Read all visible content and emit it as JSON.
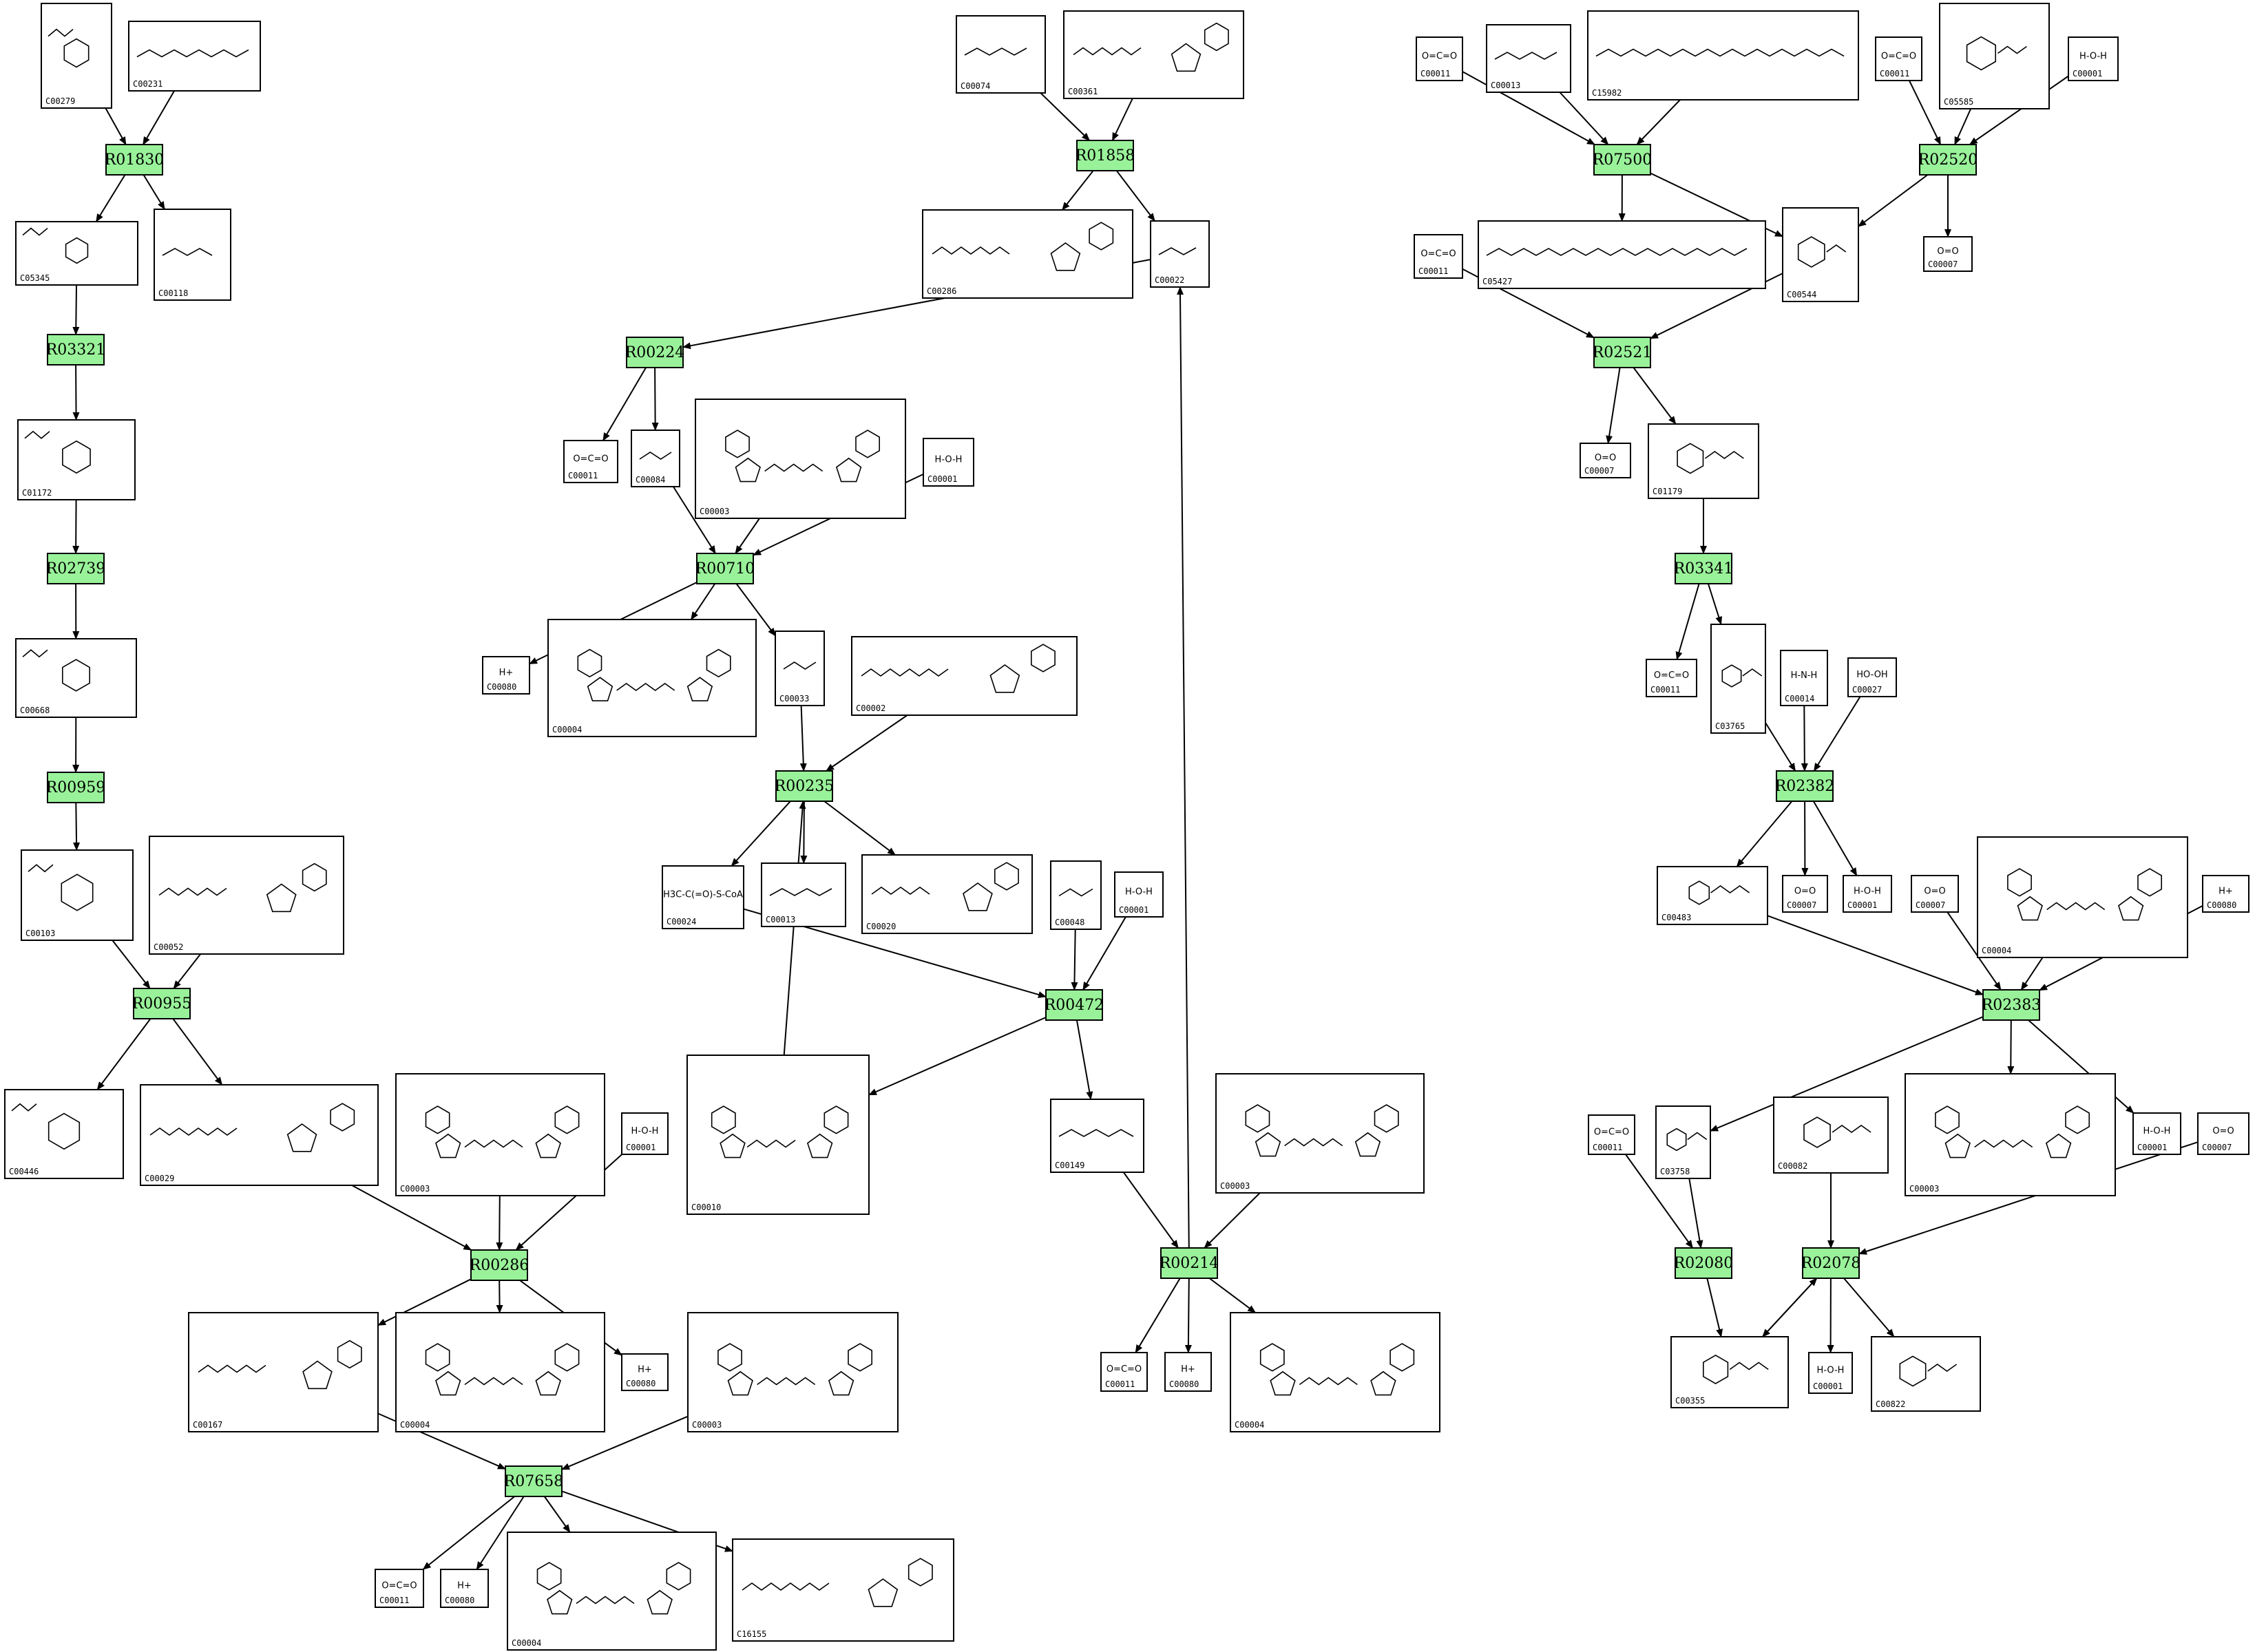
{
  "reactions": [
    "R01830",
    "R03321",
    "R02739",
    "R00959",
    "R00955",
    "R00286",
    "R07658",
    "R01858",
    "R00224",
    "R00710",
    "R00235",
    "R00472",
    "R00214",
    "R07500",
    "R02520",
    "R02521",
    "R03341",
    "R02382",
    "R02383",
    "R02080",
    "R02078"
  ],
  "compounds": [
    {
      "id": "c00279",
      "label": "C00279",
      "kind": "sugar"
    },
    {
      "id": "c00231",
      "label": "C00231",
      "kind": "chain"
    },
    {
      "id": "c05345",
      "label": "C05345",
      "kind": "sugar"
    },
    {
      "id": "c00118",
      "label": "C00118",
      "kind": "chain"
    },
    {
      "id": "c01172",
      "label": "C01172",
      "kind": "sugar"
    },
    {
      "id": "c00668",
      "label": "C00668",
      "kind": "sugar"
    },
    {
      "id": "c00103",
      "label": "C00103",
      "kind": "sugar"
    },
    {
      "id": "c00052",
      "label": "C00052",
      "kind": "nucleotide"
    },
    {
      "id": "c00446",
      "label": "C00446",
      "kind": "sugar"
    },
    {
      "id": "c00029",
      "label": "C00029",
      "kind": "nucleotide"
    },
    {
      "id": "c00003a",
      "label": "C00003",
      "kind": "nad"
    },
    {
      "id": "c00001a",
      "label": "C00001",
      "kind": "small",
      "text": "H-O-H"
    },
    {
      "id": "c00167",
      "label": "C00167",
      "kind": "nucleotide"
    },
    {
      "id": "c00004a",
      "label": "C00004",
      "kind": "nad"
    },
    {
      "id": "c00080a",
      "label": "C00080",
      "kind": "small",
      "text": "H+"
    },
    {
      "id": "c00003b",
      "label": "C00003",
      "kind": "nad"
    },
    {
      "id": "c00011a",
      "label": "C00011",
      "kind": "small",
      "text": "O=C=O"
    },
    {
      "id": "c00080b",
      "label": "C00080",
      "kind": "small",
      "text": "H+"
    },
    {
      "id": "c00004b",
      "label": "C00004",
      "kind": "nad"
    },
    {
      "id": "c16155",
      "label": "C16155",
      "kind": "nucleotide"
    },
    {
      "id": "c00074",
      "label": "C00074",
      "kind": "chain"
    },
    {
      "id": "c00361",
      "label": "C00361",
      "kind": "nucleotide"
    },
    {
      "id": "c00286",
      "label": "C00286",
      "kind": "nucleotide"
    },
    {
      "id": "c00022",
      "label": "C00022",
      "kind": "chain"
    },
    {
      "id": "c00011b",
      "label": "C00011",
      "kind": "small",
      "text": "O=C=O"
    },
    {
      "id": "c00084",
      "label": "C00084",
      "kind": "chain"
    },
    {
      "id": "c00003c",
      "label": "C00003",
      "kind": "nad"
    },
    {
      "id": "c00001b",
      "label": "C00001",
      "kind": "small",
      "text": "H-O-H"
    },
    {
      "id": "c00080c",
      "label": "C00080",
      "kind": "small",
      "text": "H+"
    },
    {
      "id": "c00004c",
      "label": "C00004",
      "kind": "nad"
    },
    {
      "id": "c00033",
      "label": "C00033",
      "kind": "chain"
    },
    {
      "id": "c00002",
      "label": "C00002",
      "kind": "nucleotide"
    },
    {
      "id": "c00024",
      "label": "C00024",
      "kind": "small",
      "text": "H3C-C(=O)-S-CoA"
    },
    {
      "id": "c00013a",
      "label": "C00013",
      "kind": "chain"
    },
    {
      "id": "c00020",
      "label": "C00020",
      "kind": "nucleotide"
    },
    {
      "id": "c00048",
      "label": "C00048",
      "kind": "chain"
    },
    {
      "id": "c00001c",
      "label": "C00001",
      "kind": "small",
      "text": "H-O-H"
    },
    {
      "id": "c00010",
      "label": "C00010",
      "kind": "nad"
    },
    {
      "id": "c00149",
      "label": "C00149",
      "kind": "chain"
    },
    {
      "id": "c00003d",
      "label": "C00003",
      "kind": "nad"
    },
    {
      "id": "c00011c",
      "label": "C00011",
      "kind": "small",
      "text": "O=C=O"
    },
    {
      "id": "c00080d",
      "label": "C00080",
      "kind": "small",
      "text": "H+"
    },
    {
      "id": "c00004d",
      "label": "C00004",
      "kind": "nad"
    },
    {
      "id": "c00011d",
      "label": "C00011",
      "kind": "small",
      "text": "O=C=O"
    },
    {
      "id": "c00013b",
      "label": "C00013",
      "kind": "chain"
    },
    {
      "id": "c15982",
      "label": "C15982",
      "kind": "chain"
    },
    {
      "id": "c00011e",
      "label": "C00011",
      "kind": "small",
      "text": "O=C=O"
    },
    {
      "id": "c05585",
      "label": "C05585",
      "kind": "ring"
    },
    {
      "id": "c00001d",
      "label": "C00001",
      "kind": "small",
      "text": "H-O-H"
    },
    {
      "id": "c00011f",
      "label": "C00011",
      "kind": "small",
      "text": "O=C=O"
    },
    {
      "id": "c05427",
      "label": "C05427",
      "kind": "chain"
    },
    {
      "id": "c00544",
      "label": "C00544",
      "kind": "ring"
    },
    {
      "id": "c00007a",
      "label": "C00007",
      "kind": "small",
      "text": "O=O"
    },
    {
      "id": "c00007b",
      "label": "C00007",
      "kind": "small",
      "text": "O=O"
    },
    {
      "id": "c01179",
      "label": "C01179",
      "kind": "ring"
    },
    {
      "id": "c00011g",
      "label": "C00011",
      "kind": "small",
      "text": "O=C=O"
    },
    {
      "id": "c03765",
      "label": "C03765",
      "kind": "ring"
    },
    {
      "id": "c00014",
      "label": "C00014",
      "kind": "small",
      "text": "H-N-H"
    },
    {
      "id": "c00027",
      "label": "C00027",
      "kind": "small",
      "text": "HO-OH"
    },
    {
      "id": "c00483",
      "label": "C00483",
      "kind": "ring"
    },
    {
      "id": "c00007c",
      "label": "C00007",
      "kind": "small",
      "text": "O=O"
    },
    {
      "id": "c00001e",
      "label": "C00001",
      "kind": "small",
      "text": "H-O-H"
    },
    {
      "id": "c00007d",
      "label": "C00007",
      "kind": "small",
      "text": "O=O"
    },
    {
      "id": "c00004e",
      "label": "C00004",
      "kind": "nad"
    },
    {
      "id": "c00080e",
      "label": "C00080",
      "kind": "small",
      "text": "H+"
    },
    {
      "id": "c03758",
      "label": "C03758",
      "kind": "ring"
    },
    {
      "id": "c00082",
      "label": "C00082",
      "kind": "ring"
    },
    {
      "id": "c00003e",
      "label": "C00003",
      "kind": "nad"
    },
    {
      "id": "c00001f",
      "label": "C00001",
      "kind": "small",
      "text": "H-O-H"
    },
    {
      "id": "c00007e",
      "label": "C00007",
      "kind": "small",
      "text": "O=O"
    },
    {
      "id": "c00011h",
      "label": "C00011",
      "kind": "small",
      "text": "O=C=O"
    },
    {
      "id": "c00355",
      "label": "C00355",
      "kind": "ring"
    },
    {
      "id": "c00001g",
      "label": "C00001",
      "kind": "small",
      "text": "H-O-H"
    },
    {
      "id": "c00822",
      "label": "C00822",
      "kind": "ring"
    }
  ]
}
